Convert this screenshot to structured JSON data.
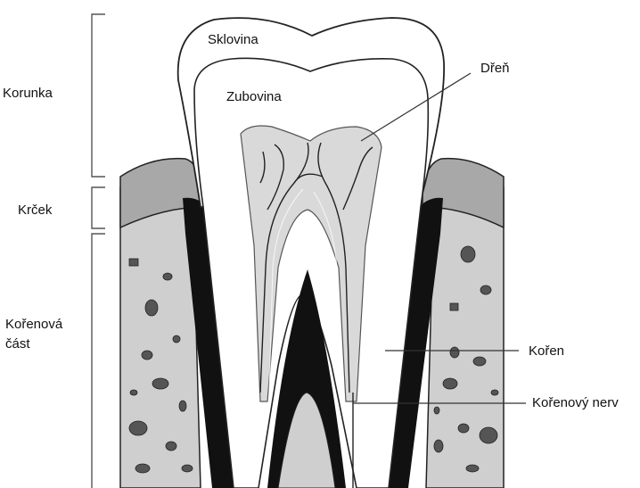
{
  "labels": {
    "crown": "Korunka",
    "neck": "Krček",
    "root_part": "Kořenová část",
    "enamel": "Sklovina",
    "dentin": "Zubovina",
    "pulp": "Dřeň",
    "root": "Kořen",
    "root_nerve": "Kořenový nerv"
  },
  "colors": {
    "enamel": "#ffffff",
    "dentin": "#d6d6d6",
    "pulp": "#e9e9e9",
    "gum": "#9a9a9a",
    "bone": "#cfcfcf",
    "ligament": "#111111",
    "outline": "#222222"
  }
}
